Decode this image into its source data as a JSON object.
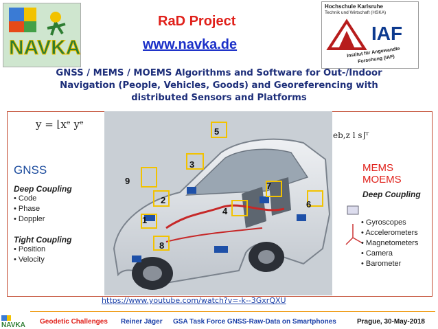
{
  "header": {
    "title": "RaD Project",
    "url": "www.navka.de",
    "headline_lines": [
      "GNSS / MEMS / MOEMS Algorithms and Software for Out-/Indoor",
      "Navigation (People, Vehicles, Goods) and Georeferencing with",
      "distributed Sensors and Platforms"
    ]
  },
  "logo_left": {
    "text": "NAVKA"
  },
  "logo_right": {
    "line1": "Hochschule Karlsruhe",
    "line2": "Technik und Wirtschaft (HSKA)",
    "mark": "IAF",
    "sub1": "Institut für Angewandte",
    "sub2": "Forschung (IAF)"
  },
  "formulas": {
    "left": "y = ⌊xᵉ yᵉ",
    "right": "eb,z  l s⌋ᵀ"
  },
  "gnss": {
    "title": "GNSS",
    "deep_title": "Deep Coupling",
    "deep_items": [
      "Code",
      "Phase",
      "Doppler"
    ],
    "tight_title": "Tight Coupling",
    "tight_items": [
      "Position",
      "Velocity"
    ]
  },
  "mems": {
    "title1": "MEMS",
    "title2": "MOEMS",
    "deep_title": "Deep Coupling",
    "items": [
      "Gyroscopes",
      "Accelerometers",
      "Magnetometers",
      "Camera",
      "Barometer"
    ]
  },
  "car": {
    "markers": [
      "1",
      "2",
      "3",
      "4",
      "5",
      "6",
      "7",
      "8",
      "9"
    ]
  },
  "video_link": "https://www.youtube.com/watch?v=-k--3GxrQXU",
  "footer": {
    "course": "Geodetic Challenges",
    "author": "Reiner Jäger",
    "event": "GSA Task Force GNSS-Raw-Data on Smartphones",
    "place_date": "Prague, 30-May-2018"
  },
  "colors": {
    "title_red": "#e0201a",
    "url_blue": "#1a2fc8",
    "headline_blue": "#1e2f7a",
    "footer_accent": "#f0a020"
  }
}
